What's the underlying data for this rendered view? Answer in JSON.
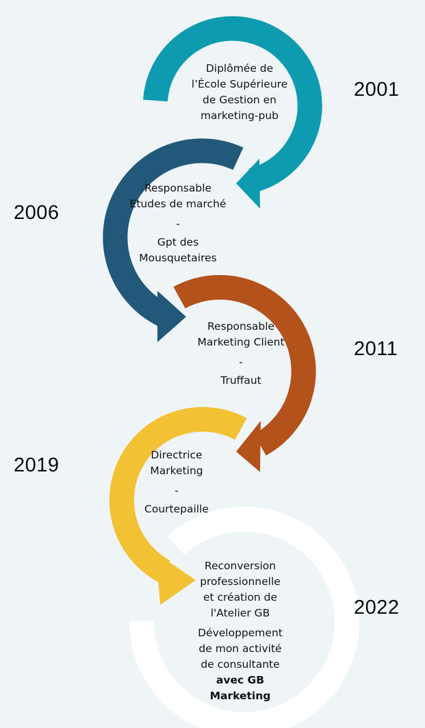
{
  "timeline": [
    {
      "year": "2001",
      "color": "#0e9bb0",
      "lines": [
        "Diplômée de",
        "l’École Supérieure",
        "de Gestion en",
        "marketing-pub"
      ]
    },
    {
      "year": "2006",
      "color": "#22587a",
      "lines": [
        "Responsable",
        "Etudes de marché"
      ],
      "separator": "-",
      "org_lines": [
        "Gpt des",
        "Mousquetaires"
      ]
    },
    {
      "year": "2011",
      "color": "#b4521c",
      "lines": [
        "Responsable",
        "Marketing Client"
      ],
      "separator": "-",
      "org_lines": [
        "Truffaut"
      ]
    },
    {
      "year": "2019",
      "color": "#f2c134",
      "lines": [
        "Directrice",
        "Marketing"
      ],
      "separator": "-",
      "org_lines": [
        "Courtepaille"
      ]
    },
    {
      "year": "2022",
      "color": "#ffffff",
      "lines": [
        "Reconversion",
        "professionnelle",
        "et création de",
        "l'Atelier GB"
      ],
      "lines_b": [
        "Développement",
        "de mon activité",
        "de consultante"
      ],
      "bold_lines": [
        "avec GB",
        "Marketing"
      ]
    }
  ]
}
